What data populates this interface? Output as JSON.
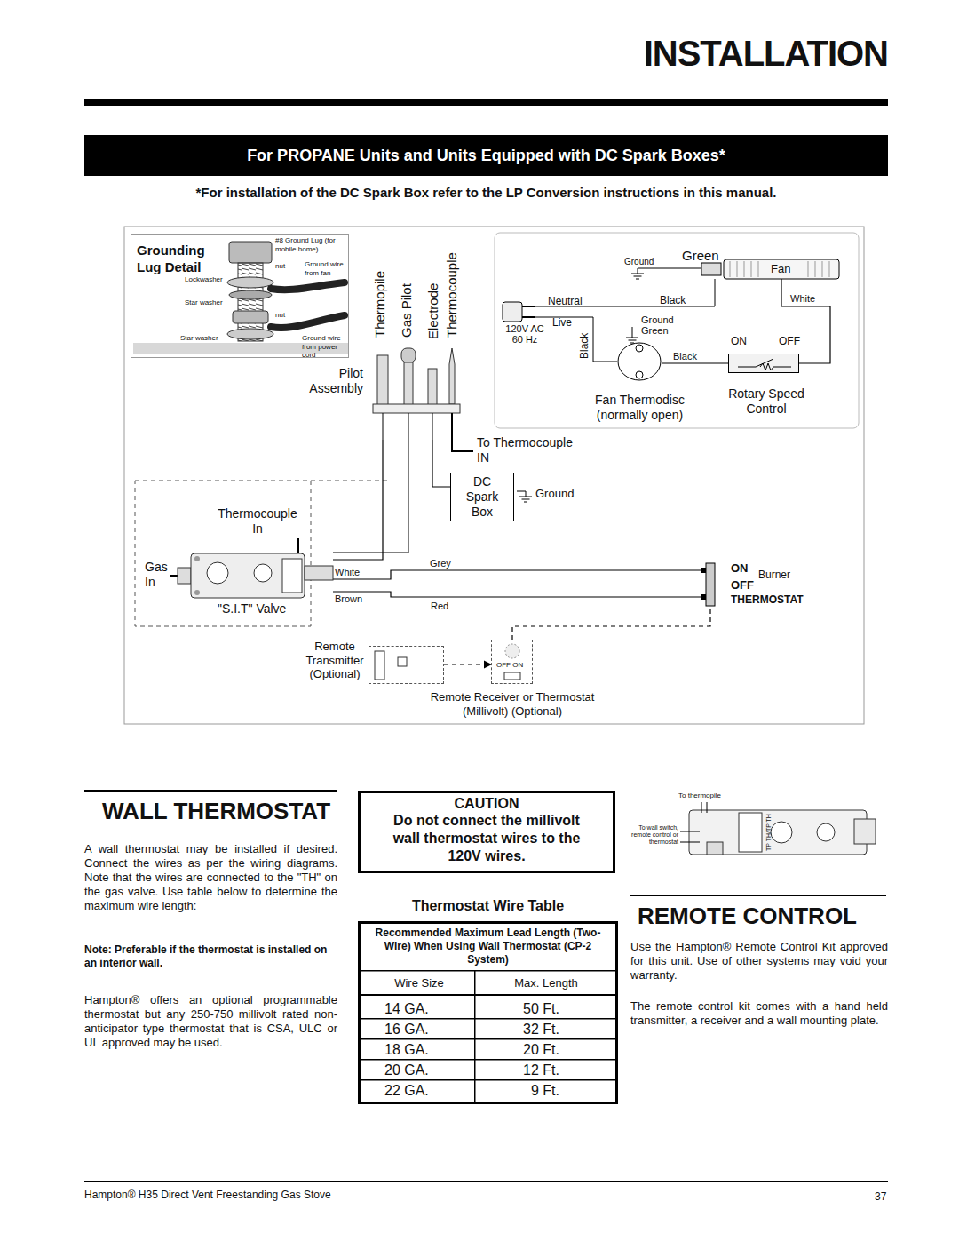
{
  "diagram": {
    "title": "INSTALLATION",
    "nodes": [
      {
        "text": [
          "For PROPANE Units and Units Equipped with DC Spark Boxes*"
        ]
      },
      {
        "text": [
          "Grounding Lug Detail",
          "#8 Ground Lug (for mobile home)",
          "nut",
          "Ground wire from fan",
          "Lockwasher",
          "Star washer",
          "nut",
          "Star washer",
          "Ground wire from power cord"
        ]
      },
      {
        "text": [
          "Pilot Assembly"
        ]
      },
      {
        "text": [
          "Fan"
        ]
      },
      {
        "text": [
          "Fan Thermodisc (normally open)"
        ]
      },
      {
        "text": [
          "ON",
          "OFF",
          "Rotary Speed Control"
        ]
      },
      {
        "text": [
          "DC Spark Box"
        ]
      },
      {
        "text": [
          "\"S.I.T\" Valve"
        ]
      },
      {
        "text": [
          "ON",
          "Burner",
          "OFF",
          "THERMOSTAT"
        ]
      },
      {
        "text": [
          "Remote Transmitter (Optional)"
        ]
      },
      {
        "text": [
          "OFF ON",
          "Remote Receiver or Thermostat (Millivolt) (Optional)"
        ]
      },
      {
        "text": [
          "CAUTION",
          "Do not connect the millivolt wall thermostat wires to the 120V wires."
        ]
      },
      {
        "text": [
          "Recommended Maximum Lead Length (Two-Wire) When Using Wall Thermostat (CP-2 System)"
        ]
      }
    ],
    "edges": [
      {
        "from": 4,
        "to": 5,
        "label": "Black",
        "arrow": "none"
      },
      {
        "from": 5,
        "to": 3,
        "label": "White",
        "arrow": "none"
      },
      {
        "from": 6,
        "to": 2,
        "arrow": "none"
      },
      {
        "from": 2,
        "to": 7,
        "arrow": "none"
      },
      {
        "from": 7,
        "to": 8,
        "label": "Grey",
        "arrow": "none"
      },
      {
        "from": 7,
        "to": 8,
        "label": "Red",
        "arrow": "none"
      },
      {
        "from": 9,
        "to": 10,
        "arrow": "to"
      },
      {
        "from": 10,
        "to": 8,
        "arrow": "none"
      }
    ],
    "labels": [
      "*For installation of the DC Spark Box refer to the LP Conversion instructions in this manual.",
      "Thermopile",
      "Gas Pilot",
      "Electrode",
      "Thermocouple",
      "Ground",
      "Green",
      "Neutral",
      "Black",
      "120V AC 60 Hz",
      "Live",
      "Black",
      "Ground Green",
      "To Thermocouple IN",
      "Ground",
      "Thermocouple In",
      "Gas In",
      "White",
      "Brown",
      "WALL THERMOSTAT",
      "A wall thermostat may be installed if desired. Connect the wires as per the wiring diagrams. Note that the wires are connected to the \"TH\" on the gas valve. Use table below to determine the maximum wire length:",
      "Note: Preferable if the thermostat is installed on an interior wall.",
      "Hampton® offers an optional programmable thermostat but any 250-750 millivolt rated non-anticipator type thermostat that is CSA, ULC or UL approved may be used.",
      "Thermostat Wire Table",
      "Wire Size",
      "Max. Length",
      "14 GA.",
      "50 Ft.",
      "16 GA.",
      "32 Ft.",
      "18 GA.",
      "20 Ft.",
      "20 GA.",
      "12 Ft.",
      "22 GA.",
      "9 Ft.",
      "To thermopile",
      "To wall switch, remote control or thermostat",
      "TP TH/TP TH",
      "REMOTE CONTROL",
      "Use the Hampton® Remote Control Kit approved for this unit. Use of other systems may void your warranty.",
      "The remote control kit comes with a hand held transmitter, a receiver and a wall mounting plate.",
      "Hampton® H35 Direct Vent Freestanding Gas Stove",
      "37"
    ]
  }
}
